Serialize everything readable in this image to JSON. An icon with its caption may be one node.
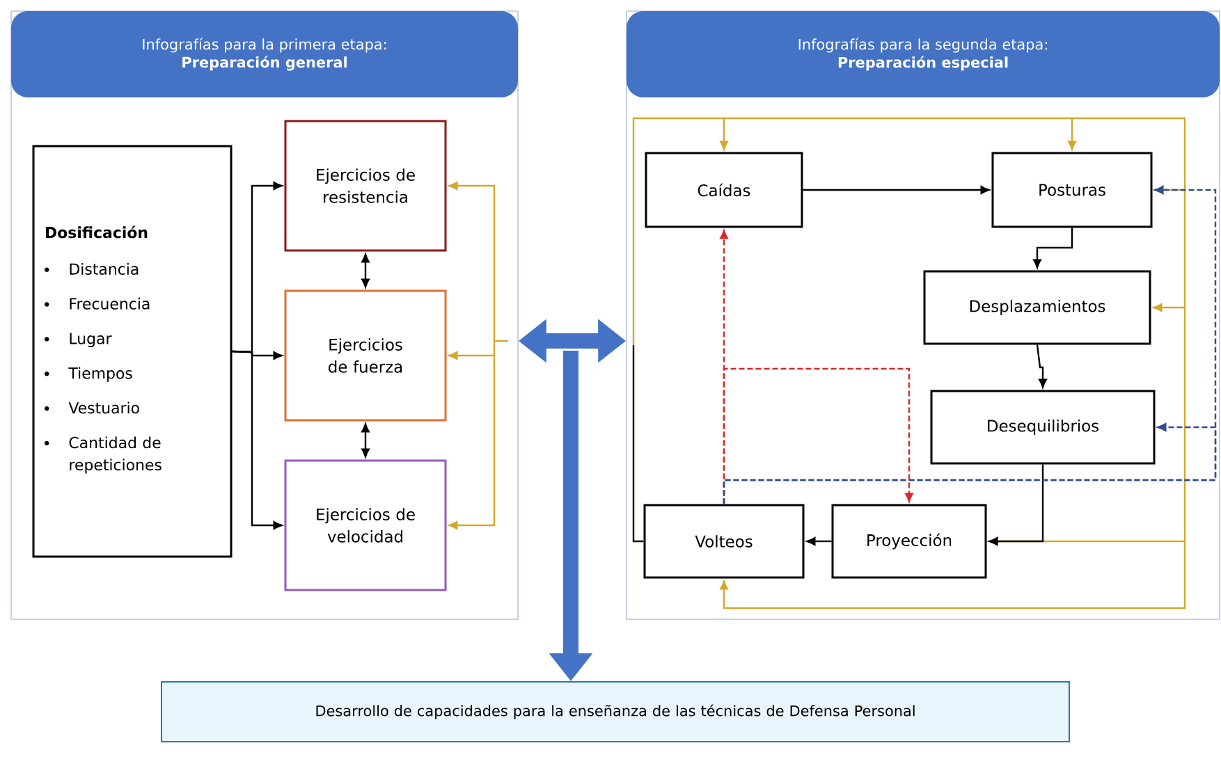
{
  "diagram": {
    "nodes": [
      {
        "text": [
          "Infografías para la primera etapa:",
          "Preparación general"
        ]
      },
      {
        "text": [
          "Dosificación",
          "Distancia",
          "Frecuencia",
          "Lugar",
          "Tiempos",
          "Vestuario",
          "Cantidad de repeticiones"
        ],
        "in": 0
      },
      {
        "text": [
          "Ejercicios de resistencia"
        ],
        "in": 0
      },
      {
        "text": [
          "Ejercicios de fuerza"
        ],
        "in": 0
      },
      {
        "text": [
          "Ejercicios de velocidad"
        ],
        "in": 0
      },
      {
        "text": [
          "Infografías para la segunda etapa:",
          "Preparación especial"
        ]
      },
      {
        "text": [
          "Caídas"
        ],
        "in": 5
      },
      {
        "text": [
          "Posturas"
        ],
        "in": 5
      },
      {
        "text": [
          "Desplazamientos"
        ],
        "in": 5
      },
      {
        "text": [
          "Desequilibrios"
        ],
        "in": 5
      },
      {
        "text": [
          "Volteos"
        ],
        "in": 5
      },
      {
        "text": [
          "Proyección"
        ],
        "in": 5
      },
      {
        "text": [
          "Desarrollo de capacidades para la enseñanza de las técnicas de Defensa Personal"
        ]
      }
    ],
    "edges": [
      {
        "from": 1,
        "to": 2,
        "arrow": "to"
      },
      {
        "from": 1,
        "to": 3,
        "arrow": "to"
      },
      {
        "from": 1,
        "to": 4,
        "arrow": "to"
      },
      {
        "from": 2,
        "to": 3,
        "arrow": "both"
      },
      {
        "from": 3,
        "to": 4,
        "arrow": "both"
      },
      {
        "from": null,
        "to": 2,
        "arrow": "to",
        "color": "#d4a72c"
      },
      {
        "from": null,
        "to": 3,
        "arrow": "to",
        "color": "#d4a72c"
      },
      {
        "from": null,
        "to": 4,
        "arrow": "to",
        "color": "#d4a72c"
      },
      {
        "from": 0,
        "to": 5,
        "arrow": "both",
        "style": "thick",
        "color": "#4472c4"
      },
      {
        "from": null,
        "to": 12,
        "arrow": "to",
        "style": "thick",
        "color": "#4472c4"
      },
      {
        "from": 10,
        "to": null,
        "arrow": "none"
      },
      {
        "from": null,
        "to": 6,
        "arrow": "to",
        "color": "#d4a72c"
      },
      {
        "from": null,
        "to": 7,
        "arrow": "to",
        "color": "#d4a72c"
      },
      {
        "from": null,
        "to": 7,
        "arrow": "to",
        "color": "#d4a72c"
      },
      {
        "from": null,
        "to": 8,
        "arrow": "to",
        "color": "#d4a72c"
      },
      {
        "from": null,
        "to": 11,
        "arrow": "to",
        "color": "#d4a72c"
      },
      {
        "from": null,
        "to": 10,
        "arrow": "to",
        "color": "#d4a72c"
      },
      {
        "from": 6,
        "to": 7,
        "arrow": "to"
      },
      {
        "from": 7,
        "to": 8,
        "arrow": "to"
      },
      {
        "from": 8,
        "to": 9,
        "arrow": "to"
      },
      {
        "from": 9,
        "to": 11,
        "arrow": "to"
      },
      {
        "from": 11,
        "to": 10,
        "arrow": "to"
      },
      {
        "from": 10,
        "to": 6,
        "arrow": "to",
        "style": "dashed",
        "color": "#d62828"
      },
      {
        "from": 10,
        "to": 11,
        "arrow": "to",
        "style": "dashed",
        "color": "#d62828"
      },
      {
        "from": 10,
        "to": 7,
        "arrow": "to",
        "style": "dashed",
        "color": "#2f4f8f"
      },
      {
        "from": 10,
        "to": 9,
        "arrow": "to",
        "style": "dashed",
        "color": "#2f4f8f"
      }
    ]
  }
}
